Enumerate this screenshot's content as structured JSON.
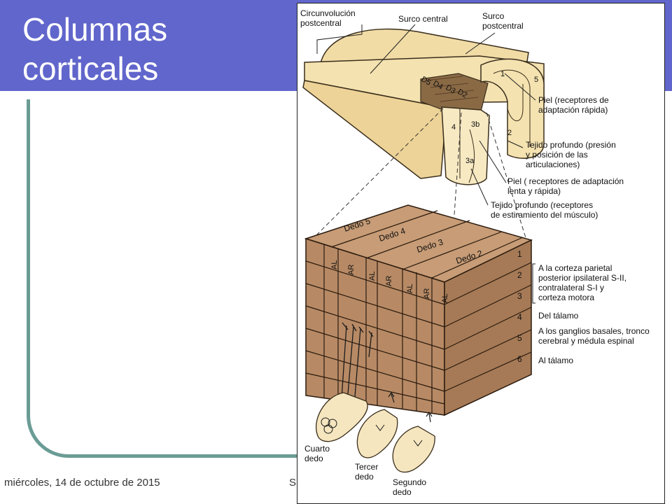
{
  "slide": {
    "title_line1": "Columnas",
    "title_line2": "corticales",
    "footer_date": "miércoles, 14 de octubre de 2015",
    "footer_mid": "Si",
    "colors": {
      "title_bar": "#6166cc",
      "frame": "#6a9c95",
      "cortex": "#f4e2b0",
      "block": "#b78a65"
    }
  },
  "figure": {
    "top_labels": {
      "circunvolucion_1": "Circunvolución",
      "circunvolucion_2": "postcentral",
      "surco_central": "Surco central",
      "surco_post_1": "Surco",
      "surco_post_2": "postcentral"
    },
    "area_numbers": {
      "a1": "1",
      "a5": "5",
      "a2": "2",
      "a4": "4",
      "a3b": "3b",
      "a3a": "3a"
    },
    "digits_top": [
      "D5",
      "D4",
      "D3",
      "D2"
    ],
    "right_labels": {
      "piel_rapida_1": "Piel (receptores de",
      "piel_rapida_2": "adaptación rápida)",
      "tejido_profundo_1": "Tejido profundo (presión",
      "tejido_profundo_2": "y posición de las",
      "tejido_profundo_3": "articulaciones)",
      "piel_lenta_1": "Piel ( receptores de adaptación",
      "piel_lenta_2": "lenta y rápida)",
      "tejido_estir_1": "Tejido profundo (receptores",
      "tejido_estir_2": "de estiramiento del músculo)"
    },
    "block_fingers": [
      "Dedo 5",
      "Dedo 4",
      "Dedo 3",
      "Dedo 2"
    ],
    "column_labels": [
      "AL",
      "AR",
      "AL",
      "AR",
      "AL",
      "AR",
      "AL"
    ],
    "layers": [
      "1",
      "2",
      "3",
      "4",
      "5",
      "6"
    ],
    "layer_labels": {
      "parietal_1": "A la corteza parietal",
      "parietal_2": "posterior ipsilateral S-II,",
      "parietal_3": "contralateral S-I y",
      "parietal_4": "corteza motora",
      "talamo_del": "Del tálamo",
      "ganglios_1": "A los ganglios basales, tronco",
      "ganglios_2": "cerebral y médula espinal",
      "talamo_al": "Al tálamo"
    },
    "finger_labels": {
      "cuarto_1": "Cuarto",
      "cuarto_2": "dedo",
      "tercer_1": "Tercer",
      "tercer_2": "dedo",
      "segundo_1": "Segundo",
      "segundo_2": "dedo"
    }
  }
}
